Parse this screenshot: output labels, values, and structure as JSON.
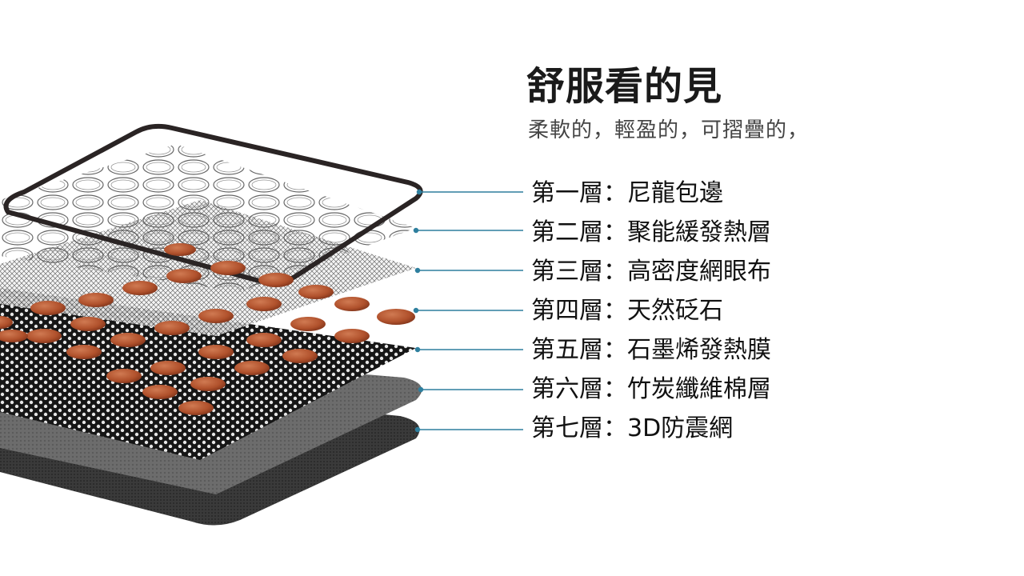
{
  "title": "舒服看的見",
  "subtitle": "柔軟的，輕盈的，可摺疊的，",
  "layers": [
    {
      "label": "第一層：尼龍包邊"
    },
    {
      "label": "第二層：聚能緩發熱層"
    },
    {
      "label": "第三層：高密度網眼布"
    },
    {
      "label": "第四層：天然砭石"
    },
    {
      "label": "第五層：石墨烯發熱膜"
    },
    {
      "label": "第六層：竹炭纖維棉層"
    },
    {
      "label": "第七層：3D防震網"
    }
  ],
  "colors": {
    "leader_line": "#2e7f9e",
    "stone": "#b5552e",
    "border": "#2a2424"
  }
}
